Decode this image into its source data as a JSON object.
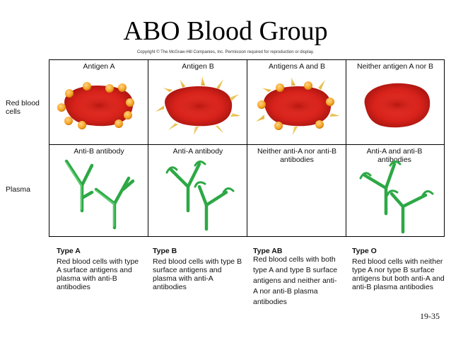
{
  "title": "ABO Blood Group",
  "copyright": "Copyright © The McGraw-Hill Companies, Inc. Permission required for reproduction or display.",
  "row_labels": {
    "red_blood_cells": "Red blood\ncells",
    "plasma": "Plasma"
  },
  "columns": [
    {
      "antigen_label": "Antigen A",
      "antibody_label": "Anti-B antibody",
      "type_title": "Type A",
      "description": "Red blood cells with type A surface antigens and plasma with anti-B antibodies"
    },
    {
      "antigen_label": "Antigen B",
      "antibody_label": "Anti-A antibody",
      "type_title": "Type B",
      "description": "Red blood cells with type B surface antigens and plasma with anti-A antibodies"
    },
    {
      "antigen_label": "Antigens A and B",
      "antibody_label": "Neither anti-A nor anti-B antibodies",
      "type_title": "Type AB",
      "description": "Red blood cells with both type A and type B surface antigens and neither anti-A nor anti-B plasma antibodies"
    },
    {
      "antigen_label": "Neither antigen A nor B",
      "antibody_label": "Anti-A and anti-B antibodies",
      "type_title": "Type O",
      "description": "Red blood cells with neither type A nor type B surface antigens but both anti-A and anti-B plasma antibodies"
    }
  ],
  "page_number": "19-35",
  "colors": {
    "cell_red": "#d6221a",
    "cell_dark": "#a81410",
    "antigen_a": "#f5a623",
    "antigen_b": "#f1c232",
    "antibody_green": "#3dbb4f",
    "antibody_dark": "#1f8a33"
  }
}
